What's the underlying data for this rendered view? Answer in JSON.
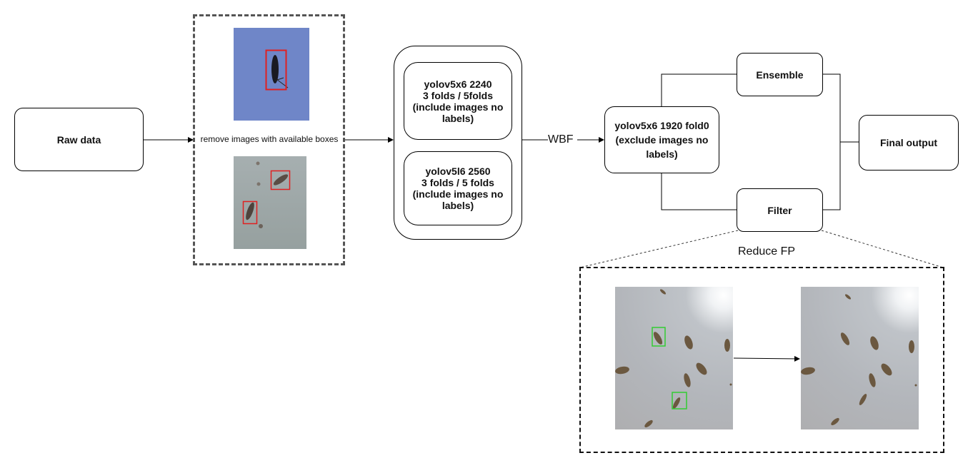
{
  "nodes": {
    "raw_data": "Raw data",
    "preprocess_caption": "remove images with available boxes",
    "model_a": "yolov5x6 2240\n3 folds / 5folds\n(include images no\nlabels)",
    "model_b": "yolov5l6 2560\n3 folds / 5 folds\n(include images no\nlabels)",
    "wbf": "WBF",
    "model_c": "yolov5x6 1920 fold0\n(exclude images no\nlabels)",
    "ensemble": "Ensemble",
    "filter": "Filter",
    "final_output": "Final output",
    "reduce_fp": "Reduce FP"
  },
  "colors": {
    "annotation_box": "#e02020",
    "filter_box": "#33cc33",
    "sample_blue_bg": "#6f86c8",
    "sample_gray_bg": "#9aa5a6",
    "trap_bg": "#b8bcc0"
  }
}
